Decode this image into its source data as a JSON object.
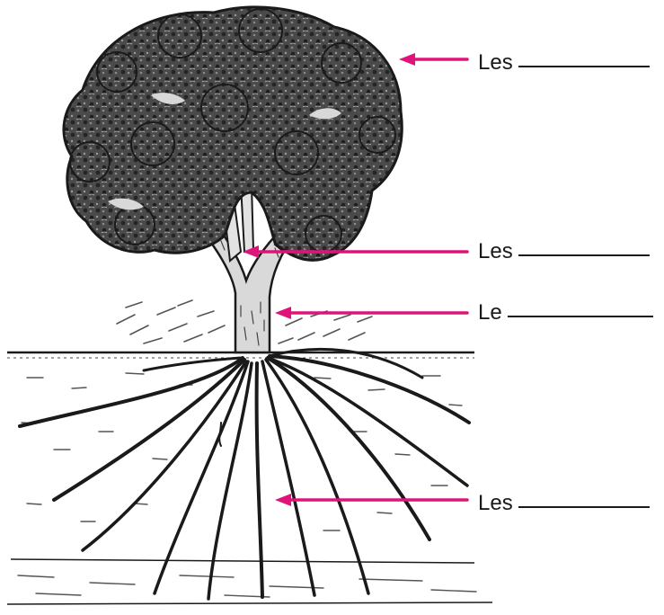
{
  "diagram": {
    "labels": [
      {
        "id": "leaves",
        "word": "Les"
      },
      {
        "id": "branches",
        "word": "Les"
      },
      {
        "id": "trunk",
        "word": "Le"
      },
      {
        "id": "roots",
        "word": "Les"
      }
    ]
  },
  "colors": {
    "arrow": "#e0137b",
    "ink": "#1a1a1a",
    "canopy": "#3a3a3a",
    "background": "#ffffff"
  }
}
